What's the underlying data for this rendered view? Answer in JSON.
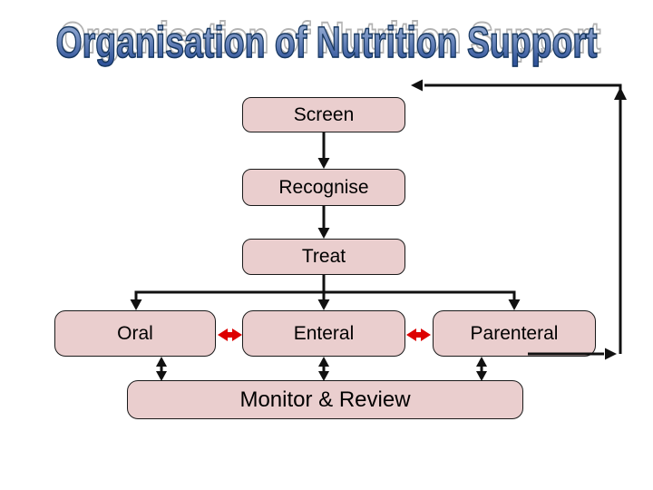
{
  "title": "Organisation of Nutrition Support",
  "diagram": {
    "nodes": {
      "screen": {
        "label": "Screen"
      },
      "recognise": {
        "label": "Recognise"
      },
      "treat": {
        "label": "Treat"
      },
      "oral": {
        "label": "Oral"
      },
      "enteral": {
        "label": "Enteral"
      },
      "parenteral": {
        "label": "Parenteral"
      },
      "monitor": {
        "label": "Monitor & Review"
      }
    },
    "edges": [
      {
        "from": "screen",
        "to": "recognise",
        "style": "arrow",
        "color": "black"
      },
      {
        "from": "recognise",
        "to": "treat",
        "style": "arrow",
        "color": "black"
      },
      {
        "from": "treat",
        "to": "oral",
        "style": "arrow",
        "color": "black"
      },
      {
        "from": "treat",
        "to": "enteral",
        "style": "arrow",
        "color": "black"
      },
      {
        "from": "treat",
        "to": "parenteral",
        "style": "arrow",
        "color": "black"
      },
      {
        "from": "oral",
        "to": "enteral",
        "style": "double-arrow",
        "color": "red"
      },
      {
        "from": "enteral",
        "to": "parenteral",
        "style": "double-arrow",
        "color": "red"
      },
      {
        "from": "oral",
        "to": "monitor",
        "style": "double-arrow",
        "color": "black"
      },
      {
        "from": "enteral",
        "to": "monitor",
        "style": "double-arrow",
        "color": "black"
      },
      {
        "from": "parenteral",
        "to": "monitor",
        "style": "double-arrow",
        "color": "black"
      },
      {
        "from": "parenteral",
        "to": "screen",
        "style": "feedback-arrow",
        "color": "black"
      }
    ]
  },
  "colors": {
    "background": "#FFFFFF",
    "node_fill": "#EACECE",
    "node_border": "#1A1A1A",
    "node_text": "#000000",
    "connector": "#111111",
    "swap_arrow": "#DD0000",
    "title_gradient_top": "#9DB3D8",
    "title_gradient_bottom": "#31549B",
    "title_outline": "#17375E",
    "title_shadow": "#B3B3B3"
  }
}
